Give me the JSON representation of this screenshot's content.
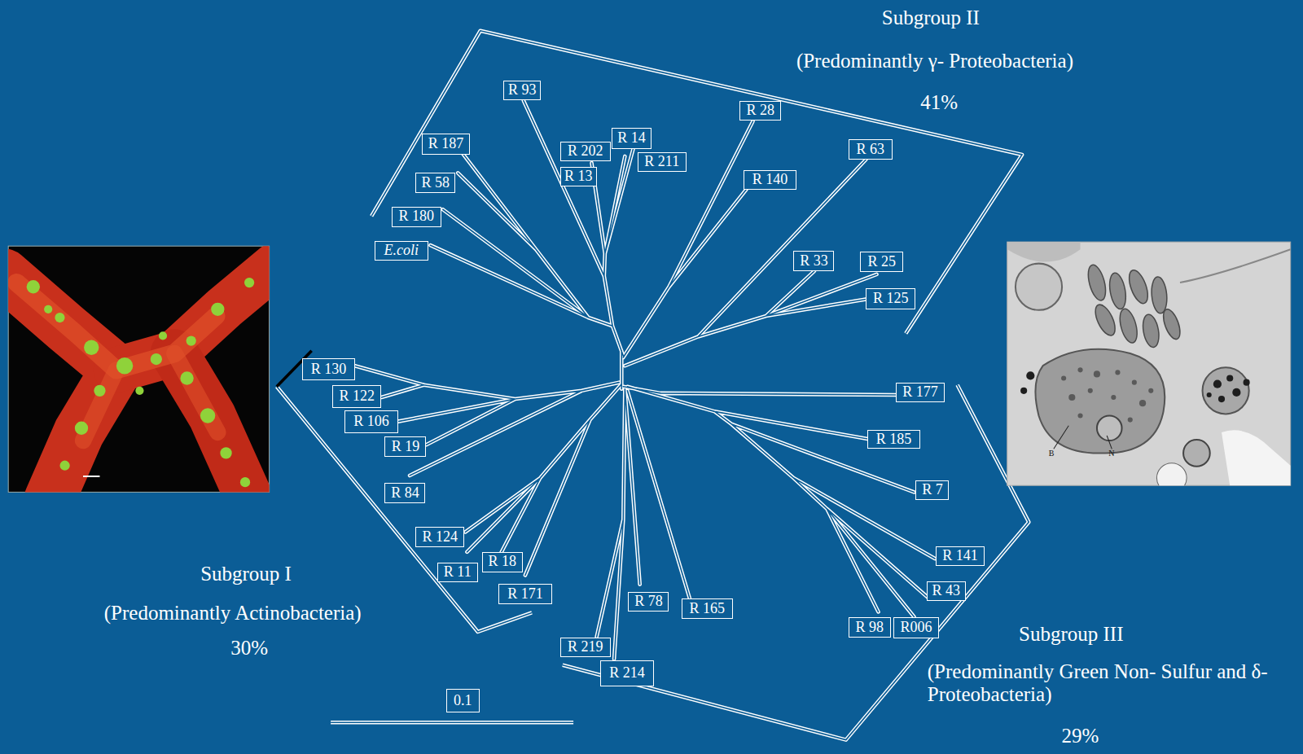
{
  "diagram": {
    "nodes": [
      {
        "text": [
          "R 93"
        ]
      },
      {
        "text": [
          "R 187"
        ]
      },
      {
        "text": [
          "R 28"
        ]
      },
      {
        "text": [
          "R 14"
        ]
      },
      {
        "text": [
          "R 202"
        ]
      },
      {
        "text": [
          "R 211"
        ]
      },
      {
        "text": [
          "R 63"
        ]
      },
      {
        "text": [
          "R 58"
        ]
      },
      {
        "text": [
          "R 13"
        ]
      },
      {
        "text": [
          "R 140"
        ]
      },
      {
        "text": [
          "R 180"
        ]
      },
      {
        "text": [
          "E.coli"
        ]
      },
      {
        "text": [
          "R 33"
        ]
      },
      {
        "text": [
          "R 25"
        ]
      },
      {
        "text": [
          "R 125"
        ]
      },
      {
        "text": [
          "R 130"
        ]
      },
      {
        "text": [
          "R 177"
        ]
      },
      {
        "text": [
          "R 122"
        ]
      },
      {
        "text": [
          "R 106"
        ]
      },
      {
        "text": [
          "R 185"
        ]
      },
      {
        "text": [
          "R 19"
        ]
      },
      {
        "text": [
          "R 7"
        ]
      },
      {
        "text": [
          "R 84"
        ]
      },
      {
        "text": [
          "R 124"
        ]
      },
      {
        "text": [
          "R 141"
        ]
      },
      {
        "text": [
          "R 18"
        ]
      },
      {
        "text": [
          "R 11"
        ]
      },
      {
        "text": [
          "R 43"
        ]
      },
      {
        "text": [
          "R 171"
        ]
      },
      {
        "text": [
          "R 78"
        ]
      },
      {
        "text": [
          "R 165"
        ]
      },
      {
        "text": [
          "R 98"
        ]
      },
      {
        "text": [
          "R006"
        ]
      },
      {
        "text": [
          "R 219"
        ]
      },
      {
        "text": [
          "R 214"
        ]
      },
      {
        "text": [
          "0.1"
        ]
      }
    ],
    "labels": [
      "Subgroup II",
      "(Predominantly γ- Proteobacteria)",
      "41%",
      "Subgroup I",
      "(Predominantly Actinobacteria)",
      "30%",
      "Subgroup III",
      "(Predominantly Green Non- Sulfur and δ- Proteobacteria)",
      "29%",
      "B",
      "N"
    ]
  }
}
